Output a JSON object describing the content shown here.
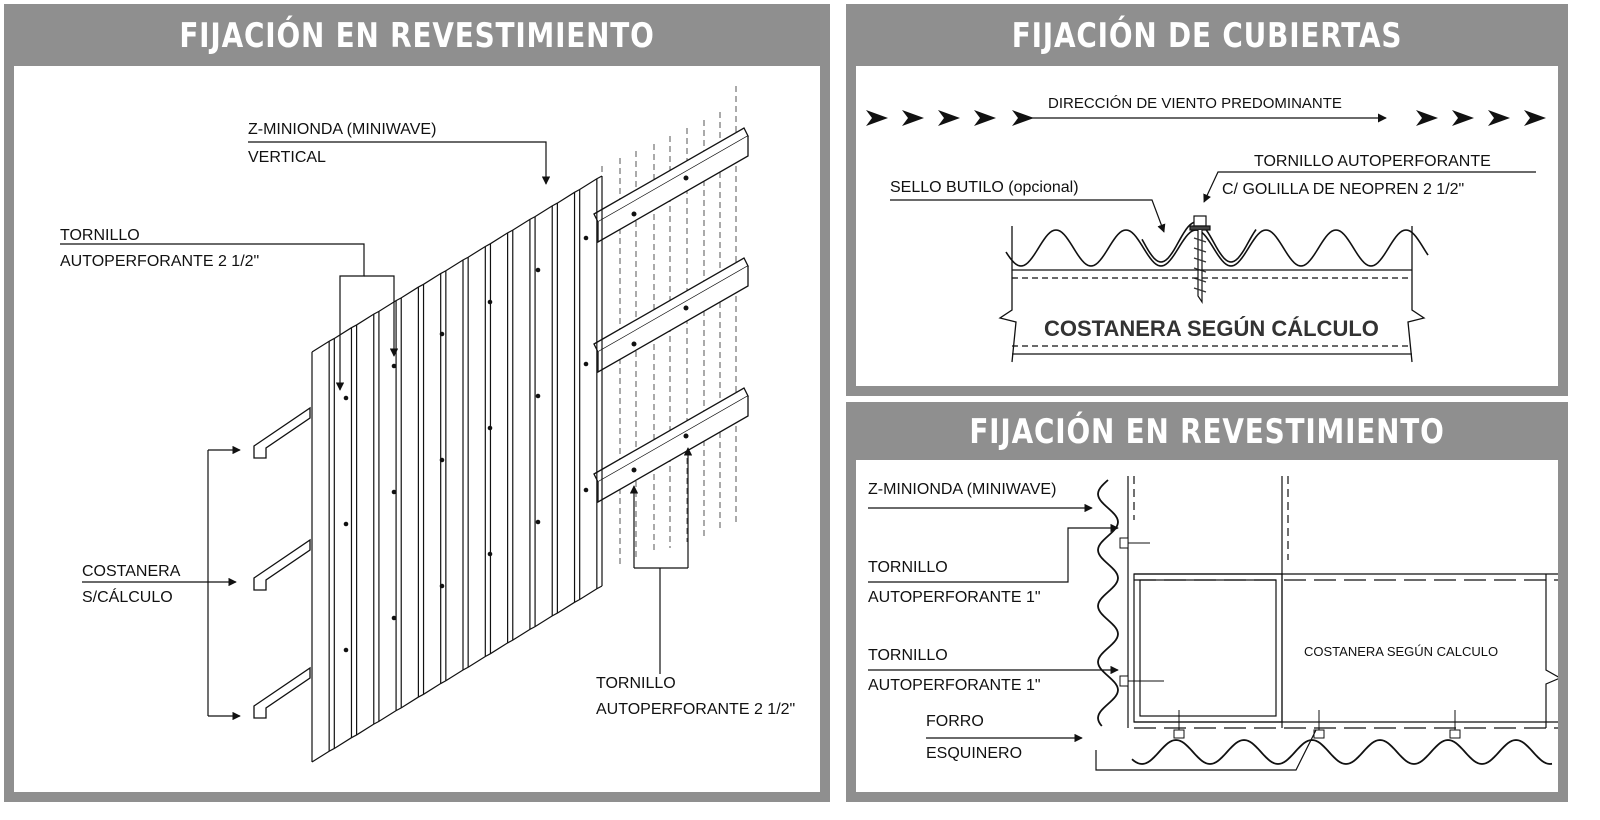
{
  "left_panel": {
    "title": "FIJACIÓN EN REVESTIMIENTO",
    "labels": {
      "miniwave_line1": "Z-MINIONDA (MINIWAVE)",
      "miniwave_line2": "VERTICAL",
      "screw_line1": "TORNILLO",
      "screw_line2": "AUTOPERFORANTE 2 1/2\"",
      "purlin_line1": "COSTANERA",
      "purlin_line2": "S/CÁLCULO",
      "screw2_line1": "TORNILLO",
      "screw2_line2": "AUTOPERFORANTE 2 1/2\""
    }
  },
  "top_right_panel": {
    "title": "FIJACIÓN DE CUBIERTAS",
    "labels": {
      "wind": "DIRECCIÓN DE VIENTO PREDOMINANTE",
      "screw_line1": "TORNILLO AUTOPERFORANTE",
      "screw_line2": "C/ GOLILLA DE NEOPREN 2 1/2\"",
      "seal": "SELLO BUTILO (opcional)",
      "purlin": "COSTANERA SEGÚN CÁLCULO"
    }
  },
  "bottom_right_panel": {
    "title": "FIJACIÓN EN REVESTIMIENTO",
    "labels": {
      "miniwave": "Z-MINIONDA (MINIWAVE)",
      "screw1_line1": "TORNILLO",
      "screw1_line2": "AUTOPERFORANTE 1\"",
      "screw2_line1": "TORNILLO",
      "screw2_line2": "AUTOPERFORANTE 1\"",
      "corner_line1": "FORRO",
      "corner_line2": "ESQUINERO",
      "purlin": "COSTANERA SEGÚN CALCULO"
    }
  },
  "colors": {
    "panel_border": "#8f8f8f",
    "title_text": "#ffffff",
    "line": "#111111"
  }
}
